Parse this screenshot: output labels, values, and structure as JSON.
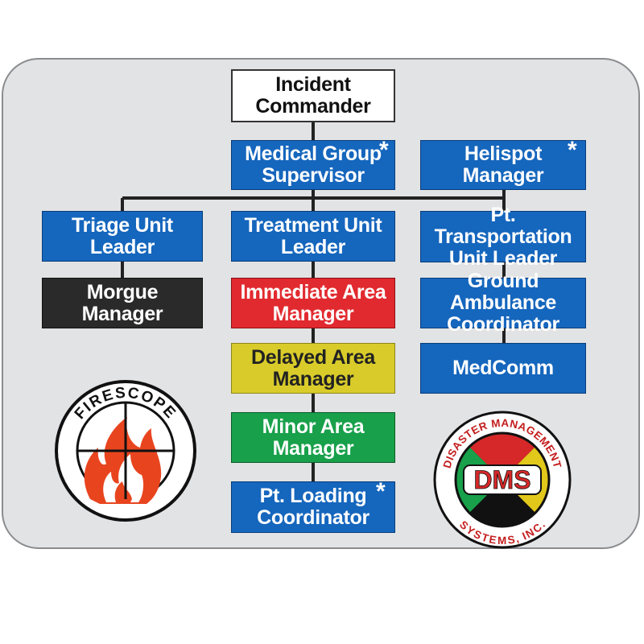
{
  "nodes": {
    "incident_commander": "Incident\nCommander",
    "medical_group_supervisor": "Medical Group\nSupervisor",
    "helispot_manager": "Helispot\nManager",
    "triage_unit_leader": "Triage Unit\nLeader",
    "treatment_unit_leader": "Treatment Unit\nLeader",
    "pt_transportation_unit_leader": "Pt. Transportation\nUnit Leader",
    "morgue_manager": "Morgue\nManager",
    "immediate_area_manager": "Immediate Area\nManager",
    "delayed_area_manager": "Delayed Area\nManager",
    "minor_area_manager": "Minor Area\nManager",
    "pt_loading_coordinator": "Pt. Loading\nCoordinator",
    "ground_ambulance_coordinator": "Ground Ambulance\nCoordinator",
    "medcomm": "MedComm"
  },
  "marker": "*",
  "logos": {
    "firescope": "FIRESCOPE",
    "dms_top": "DISASTER MANAGEMENT",
    "dms_center": "DMS",
    "dms_bottom": "SYSTEMS, INC."
  },
  "colors": {
    "board": "#e2e3e5",
    "blue": "#1566bd",
    "black": "#2a2a2a",
    "red": "#e12a2f",
    "yellow": "#d9cc2a",
    "green": "#18a04a",
    "white": "#ffffff"
  }
}
